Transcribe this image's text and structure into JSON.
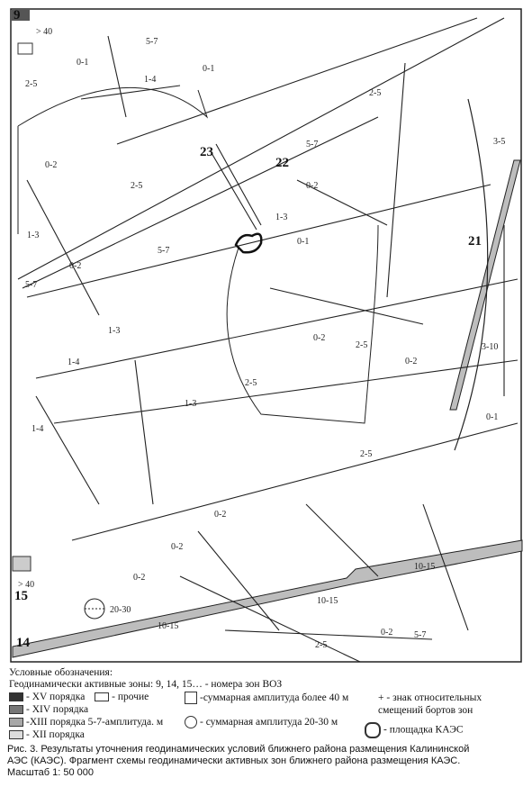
{
  "map": {
    "zone_numbers": [
      "9",
      "14",
      "15",
      "21",
      "22",
      "23"
    ],
    "top_left_amplitude": "> 40",
    "bottom_left_amplitude": "> 40",
    "circle_label": "20-30",
    "amplitude_labels": [
      "0-1",
      "0-2",
      "1-3",
      "1-4",
      "2-5",
      "5-7",
      "10-15",
      "3-5",
      "3-10"
    ]
  },
  "legend": {
    "title": "Условные обозначения:",
    "zones_line": "Геодинамически активные зоны: 9, 14, 15… - номера зон ВОЗ",
    "xv": "- XV порядка",
    "xiv": "- XIV порядка",
    "xiii": "-XIII порядка  5-7-амплитуда. м",
    "xii": "- XII порядка",
    "other": "- прочие",
    "amp40": "-суммарная амплитуда более 40 м",
    "amp2030": "- суммарная амплитуда 20-30 м",
    "sign": "+ - знак относительных",
    "sign2": "смещений бортов зон",
    "site": "- площадка КАЭС"
  },
  "caption": {
    "line1": "Рис. 3. Результаты уточнения геодинамических условий ближнего района размещения Калининской",
    "line2": "АЭС (КАЭС). Фрагмент схемы геодинамически активных зон ближнего района размещения КАЭС.",
    "line3": "Масштаб 1: 50 000"
  },
  "colors": {
    "zone_fill": "#bdbdbd",
    "line": "#222222",
    "xv_fill": "#333333",
    "xiv_fill": "#777777",
    "xiii_fill": "#a8a8a8",
    "xii_fill": "#dddddd"
  }
}
